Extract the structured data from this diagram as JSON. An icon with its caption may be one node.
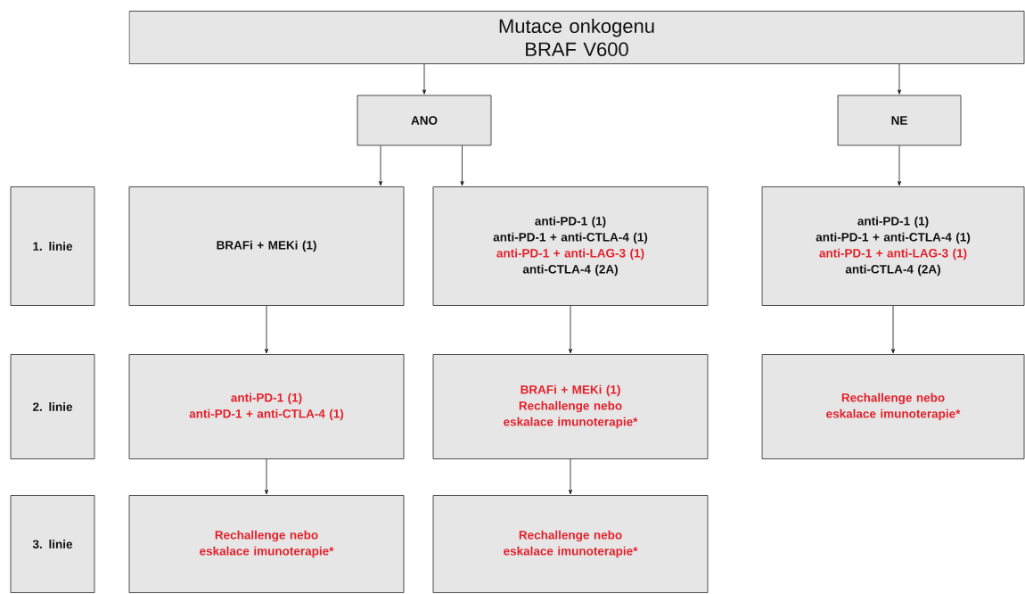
{
  "diagram": {
    "nodes": [
      {
        "text": [
          "Mutace onkogenu BRAF V600"
        ]
      },
      {
        "text": [
          "ANO"
        ]
      },
      {
        "text": [
          "NE"
        ]
      },
      {
        "text": [
          "1. linie"
        ]
      },
      {
        "text": [
          "BRAFi + MEKi (1)"
        ]
      },
      {
        "text": [
          "anti-PD-1 (1)",
          "anti-PD-1 + anti-CTLA-4 (1)",
          "anti-PD-1 + anti-LAG-3 (1)",
          "anti-CTLA-4 (2A)"
        ]
      },
      {
        "text": [
          "anti-PD-1 (1)",
          "anti-PD-1 + anti-CTLA-4 (1)",
          "anti-PD-1 + anti-LAG-3 (1)",
          "anti-CTLA-4 (2A)"
        ]
      },
      {
        "text": [
          "2. linie"
        ]
      },
      {
        "text": [
          "anti-PD-1 (1)",
          "anti-PD-1 + anti-CTLA-4 (1)"
        ]
      },
      {
        "text": [
          "BRAFi + MEKi (1)",
          "Rechallenge nebo eskalace imunoterapie*"
        ]
      },
      {
        "text": [
          "Rechallenge nebo eskalace imunoterapie*"
        ]
      },
      {
        "text": [
          "3. linie"
        ]
      },
      {
        "text": [
          "Rechallenge nebo eskalace imunoterapie*"
        ]
      },
      {
        "text": [
          "Rechallenge nebo eskalace imunoterapie*"
        ]
      }
    ],
    "edges": [
      {
        "from": 0,
        "to": 1,
        "arrow": "to"
      },
      {
        "from": 0,
        "to": 2,
        "arrow": "to"
      },
      {
        "from": 1,
        "to": 4,
        "arrow": "to"
      },
      {
        "from": 1,
        "to": 5,
        "arrow": "to"
      },
      {
        "from": 2,
        "to": 6,
        "arrow": "to"
      },
      {
        "from": 4,
        "to": 8,
        "arrow": "to"
      },
      {
        "from": 5,
        "to": 9,
        "arrow": "to"
      },
      {
        "from": 6,
        "to": 10,
        "arrow": "to"
      },
      {
        "from": 8,
        "to": 12,
        "arrow": "to"
      },
      {
        "from": 9,
        "to": 13,
        "arrow": "to"
      }
    ]
  }
}
